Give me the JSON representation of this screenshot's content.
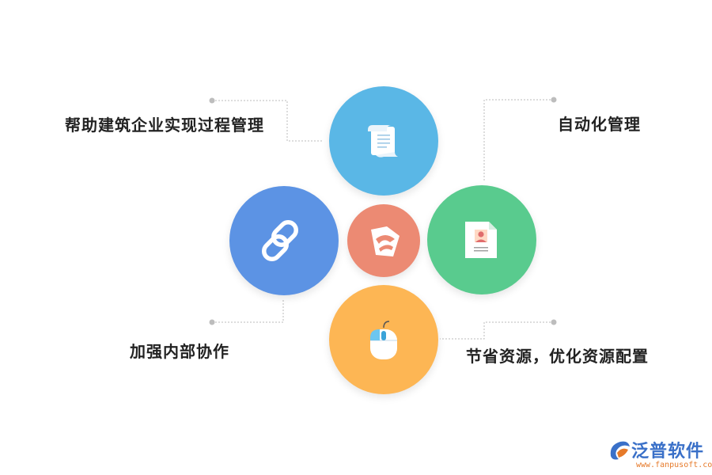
{
  "colors": {
    "top": "#5ab7e6",
    "left": "#5c93e4",
    "center": "#ec8a73",
    "right": "#59cb8e",
    "bottom": "#fdb654",
    "connector": "#bbbbbb",
    "brand": "#3a70c8",
    "brand_accent": "#e67a2a"
  },
  "nodes": {
    "top": {
      "label": "帮助建筑企业实现过程管理",
      "icon": "scroll-document-icon"
    },
    "right": {
      "label": "自动化管理",
      "icon": "id-card-icon"
    },
    "left": {
      "label": "加强内部协作",
      "icon": "chain-link-icon"
    },
    "bottom": {
      "label": "节省资源，优化资源配置",
      "icon": "computer-mouse-icon"
    },
    "center": {
      "icon": "brand-emblem-icon"
    }
  },
  "brand": {
    "name": "泛普软件",
    "url": "www.fanpusoft.com"
  }
}
